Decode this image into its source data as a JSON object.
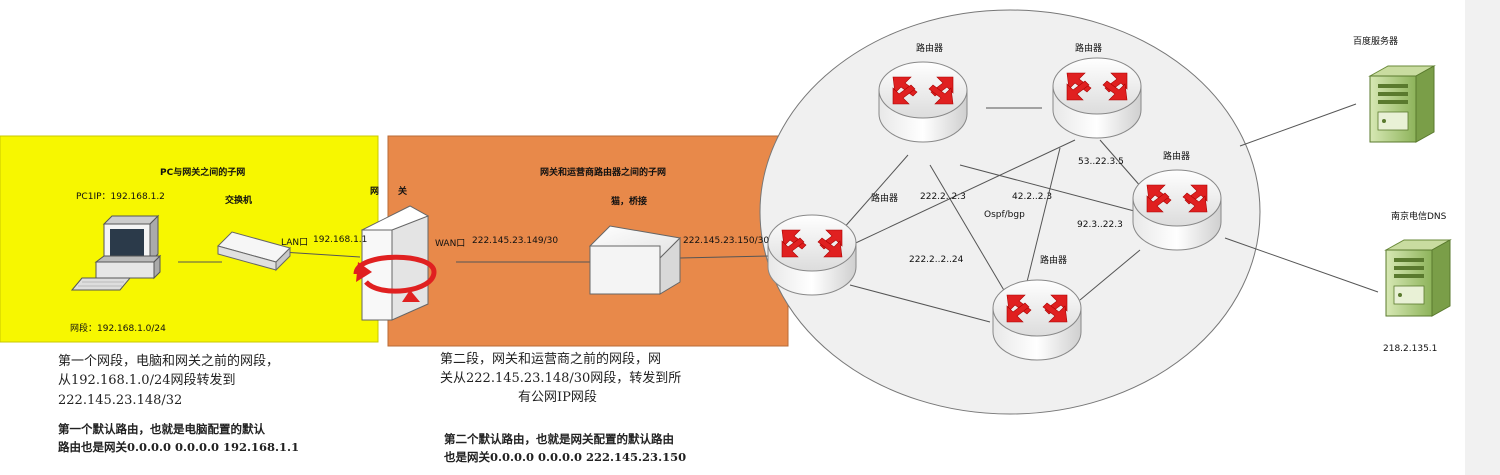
{
  "zones": {
    "pc_subnet_title": "PC与网关之间的子网",
    "isp_subnet_title": "网关和运营商路由器之间的子网"
  },
  "devices": {
    "pc_ip": "PC1IP：192.168.1.2",
    "switch_label": "交换机",
    "gateway_label_1": "网",
    "gateway_label_2": "关",
    "lan_label": "LAN口",
    "lan_ip": "192.168.1.1",
    "wan_label": "WAN口",
    "wan_ip": "222.145.23.149/30",
    "modem_label": "猫，桥接",
    "isp_edge_ip": "222.145.23.150/30",
    "pc_segment": "网段：192.168.1.0/24"
  },
  "cloud": {
    "router_top_left": "路由器",
    "router_top_right": "路由器",
    "router_right": "路由器",
    "router_left": "路由器",
    "router_bottom": "路由器",
    "ip_53": "53..22.3.5",
    "ip_222_a": "222.2..2.3",
    "ip_42": "42.2..2.3",
    "ospf": "Ospf/bgp",
    "ip_92": "92.3..22.3",
    "ip_222_b": "222.2..2..24"
  },
  "servers": {
    "baidu": "百度服务器",
    "dns": "南京电信DNS",
    "dns_ip": "218.2.135.1"
  },
  "captions": {
    "seg1_line1": "第一个网段，电脑和网关之前的网段，",
    "seg1_line2": "从192.168.1.0/24网段转发到",
    "seg1_line3": "222.145.23.148/32",
    "route1_line1": "第一个默认路由，也就是电脑配置的默认",
    "route1_line2": "路由也是网关0.0.0.0 0.0.0.0 192.168.1.1",
    "seg2_line1": "第二段，网关和运营商之前的网段，网",
    "seg2_line2": "关从222.145.23.148/30网段，转发到所",
    "seg2_line3": "有公网IP网段",
    "route2_line1": "第二个默认路由，也就是网关配置的默认路由",
    "route2_line2": "也是网关0.0.0.0 0.0.0.0 222.145.23.150"
  },
  "colors": {
    "zone_yellow": "#f7f700",
    "zone_orange": "#e8894a",
    "arrow_red": "#e02020",
    "server_green": "#9cc46a"
  }
}
